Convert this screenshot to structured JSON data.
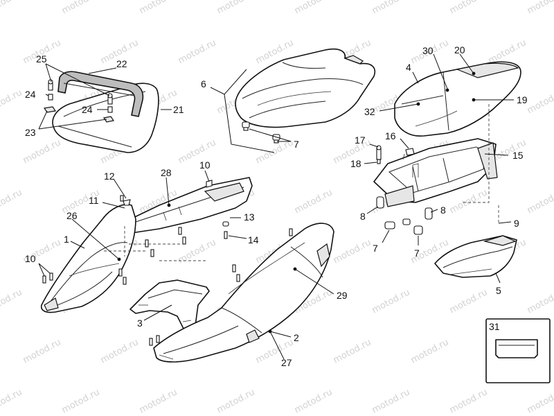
{
  "watermark": "motod.ru",
  "callouts": {
    "c1": "1",
    "c2": "2",
    "c3": "3",
    "c4": "4",
    "c5": "5",
    "c6": "6",
    "c7a": "7",
    "c7b": "7",
    "c7c": "7",
    "c8a": "8",
    "c8b": "8",
    "c9": "9",
    "c10a": "10",
    "c10b": "10",
    "c11": "11",
    "c12": "12",
    "c13": "13",
    "c14": "14",
    "c15": "15",
    "c16": "16",
    "c17": "17",
    "c18": "18",
    "c19": "19",
    "c20": "20",
    "c21": "21",
    "c22": "22",
    "c23": "23",
    "c24a": "24",
    "c24b": "24",
    "c25": "25",
    "c26": "26",
    "c27": "27",
    "c28": "28",
    "c29": "29",
    "c30": "30",
    "c31": "31",
    "c32": "32"
  }
}
